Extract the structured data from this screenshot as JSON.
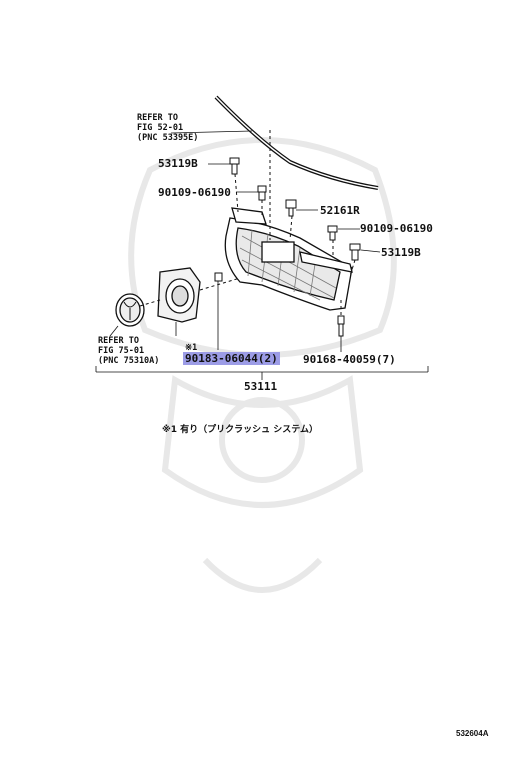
{
  "references": {
    "upper": [
      "REFER TO",
      "FIG 52-01",
      "(PNC 53395E)"
    ],
    "lower": [
      "REFER TO",
      "FIG 75-01",
      "(PNC 75310A)"
    ]
  },
  "parts": {
    "p53119b_left": "53119B",
    "p90109_left": "90109-06190",
    "p52161r": "52161R",
    "p90109_right": "90109-06190",
    "p53119b_right": "53119B",
    "p90183_mark": "※1",
    "p90183": "90183-06044(2)",
    "p90168": "90168-40059(7)",
    "p53111": "53111"
  },
  "footnote": "※1 有り（プリクラッシュ システム）",
  "illustration_code": "532604A",
  "colors": {
    "highlight": "#9c9ce6",
    "line": "#111111",
    "watermark": "#e6e6e6"
  }
}
